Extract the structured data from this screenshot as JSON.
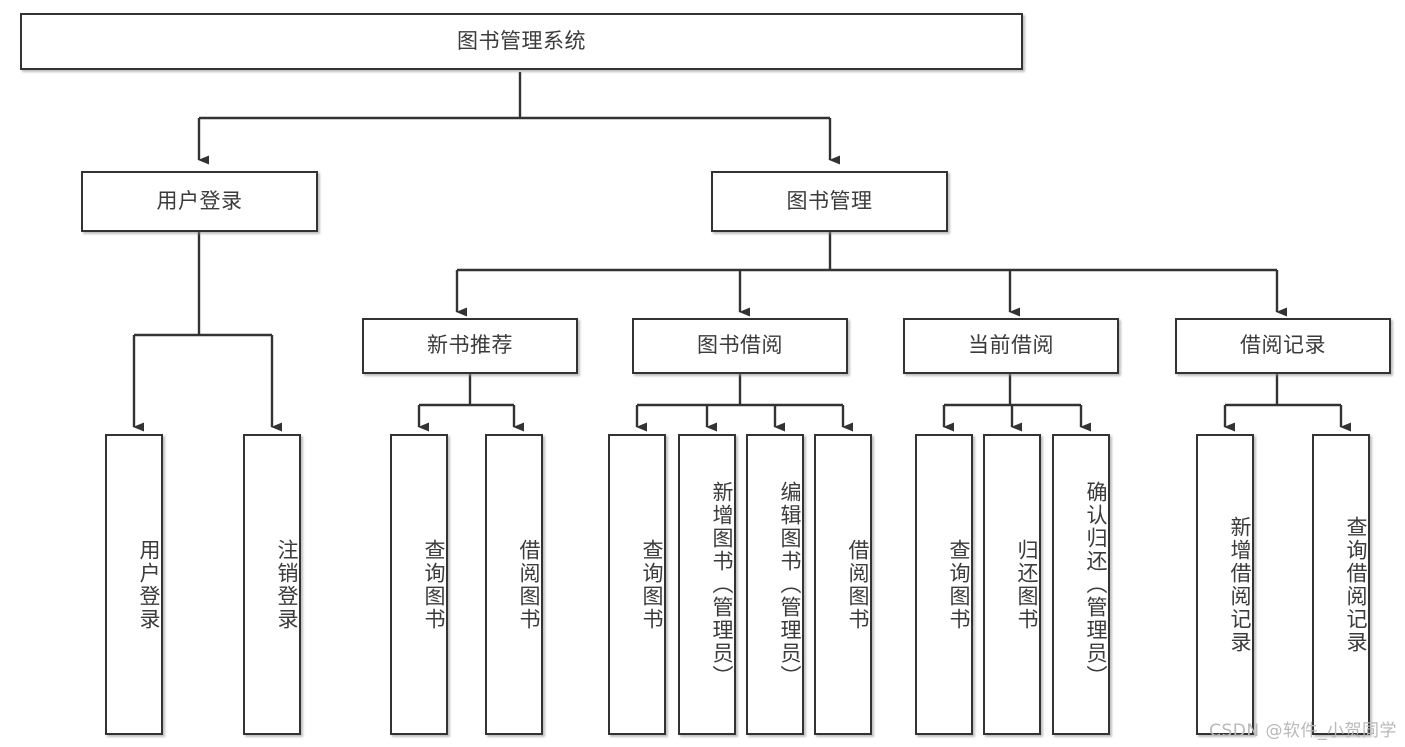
{
  "diagram": {
    "title": "图书管理系统",
    "type": "tree-hierarchy",
    "orientation": "top-down",
    "line_color": "#333333",
    "box_fill": "#ffffff",
    "text_color": "#3b3b3b"
  },
  "watermark": {
    "text": "CSDN @软件_小贺同学"
  },
  "nodes": {
    "root": {
      "label": "图书管理系统"
    },
    "level2": [
      {
        "label": "用户登录"
      },
      {
        "label": "图书管理"
      }
    ],
    "level3": [
      {
        "label": "新书推荐"
      },
      {
        "label": "图书借阅"
      },
      {
        "label": "当前借阅"
      },
      {
        "label": "借阅记录"
      }
    ],
    "leaves": {
      "user_login": [
        {
          "label": "用户登录"
        },
        {
          "label": "注销登录"
        }
      ],
      "new_book_recommend": [
        {
          "label": "查询图书"
        },
        {
          "label": "借阅图书"
        }
      ],
      "book_borrow": [
        {
          "label": "查询图书"
        },
        {
          "label": "新增图书（管理员）"
        },
        {
          "label": "编辑图书（管理员）"
        },
        {
          "label": "借阅图书"
        }
      ],
      "current_borrow": [
        {
          "label": "查询图书"
        },
        {
          "label": "归还图书"
        },
        {
          "label": "确认归还（管理员）"
        }
      ],
      "borrow_record": [
        {
          "label": "新增借阅记录"
        },
        {
          "label": "查询借阅记录"
        }
      ]
    }
  }
}
